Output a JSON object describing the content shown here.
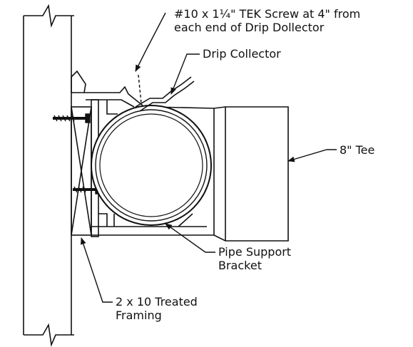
{
  "labels": {
    "screw": [
      "#10 x 1¼\" TEK Screw at 4\" from",
      "each end of Drip Dollector"
    ],
    "drip_collector": "Drip Collector",
    "tee": "8\" Tee",
    "bracket": [
      "Pipe Support",
      "Bracket"
    ],
    "framing": [
      "2 x 10 Treated",
      "Framing"
    ]
  },
  "colors": {
    "line": "#111111",
    "background": "#ffffff"
  }
}
